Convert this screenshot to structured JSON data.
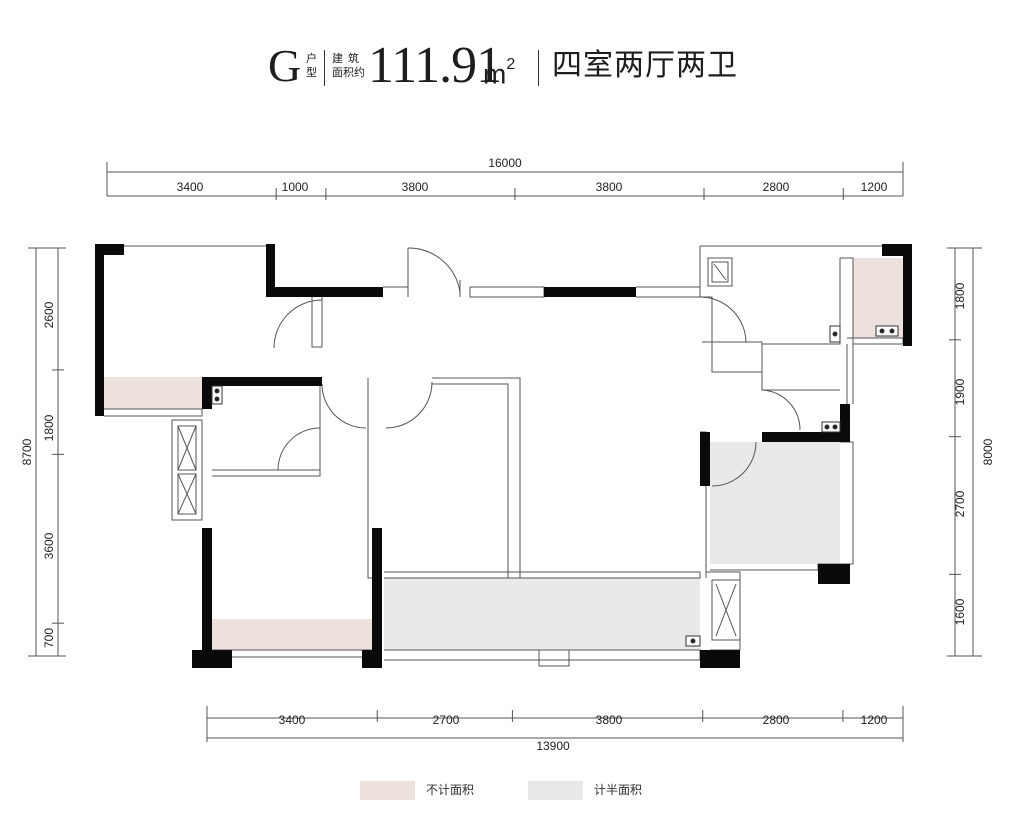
{
  "title": {
    "unit_letter": "G",
    "unit_suffix_top": "户",
    "unit_suffix_bottom": "型",
    "area_label_top": "建 筑",
    "area_label_bottom": "面积约",
    "area_value": "111.91",
    "area_unit": "m",
    "area_unit_sup": "2",
    "layout": "四室两厅两卫"
  },
  "dimensions": {
    "top_total": "16000",
    "top": [
      "3400",
      "1000",
      "3800",
      "3800",
      "2800",
      "1200"
    ],
    "bottom": [
      "3400",
      "2700",
      "3800",
      "2800",
      "1200"
    ],
    "bottom_total": "13900",
    "left_total": "8700",
    "left": [
      "2600",
      "1800",
      "3600",
      "700"
    ],
    "right_total": "8000",
    "right": [
      "1800",
      "1900",
      "2700",
      "1600"
    ]
  },
  "legend": [
    {
      "label": "不计面积",
      "color": "#ece1dc"
    },
    {
      "label": "计半面积",
      "color": "#e9e9e9"
    }
  ],
  "colors": {
    "wall": "#0a0a0a",
    "line": "#555555",
    "not_counted": "#ece1dc",
    "half_counted": "#e9e9e9"
  }
}
